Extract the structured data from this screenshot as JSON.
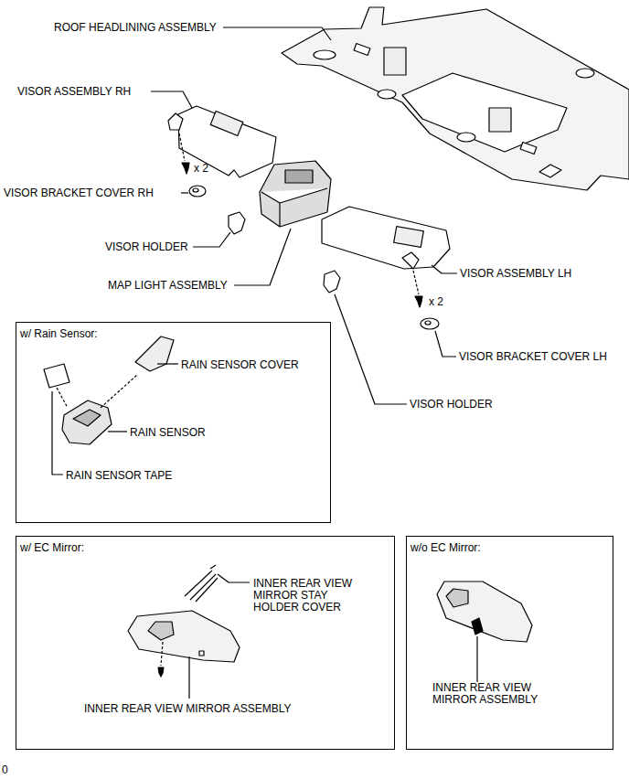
{
  "diagram": {
    "nodes": [
      {
        "text": [
          "w/ Rain Sensor:",
          "RAIN SENSOR COVER",
          "RAIN SENSOR",
          "RAIN SENSOR TAPE"
        ]
      },
      {
        "text": [
          "w/ EC Mirror:",
          "INNER REAR VIEW MIRROR STAY HOLDER COVER",
          "INNER REAR VIEW MIRROR ASSEMBLY"
        ]
      },
      {
        "text": [
          "w/o EC Mirror:",
          "INNER REAR VIEW MIRROR ASSEMBLY"
        ]
      }
    ],
    "labels": [
      "ROOF HEADLINING ASSEMBLY",
      "VISOR ASSEMBLY RH",
      "x 2",
      "VISOR BRACKET COVER RH",
      "VISOR HOLDER",
      "MAP LIGHT ASSEMBLY",
      "VISOR ASSEMBLY LH",
      "x 2",
      "VISOR BRACKET COVER LH",
      "VISOR HOLDER",
      "0"
    ]
  }
}
